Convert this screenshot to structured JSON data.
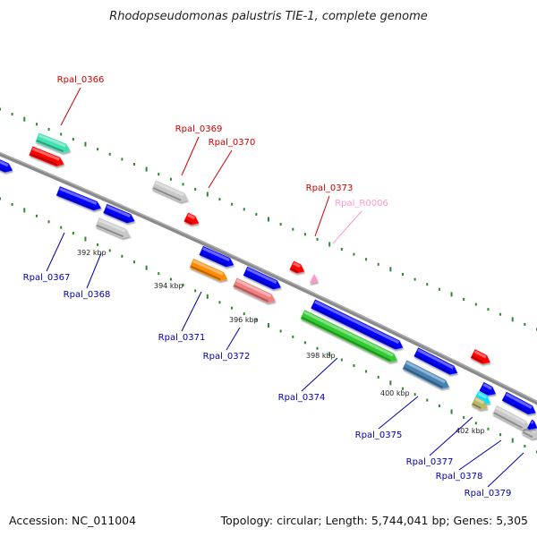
{
  "title": "Rhodopseudomonas palustris TIE-1, complete genome",
  "footer": {
    "accession": "Accession: NC_011004",
    "summary": "Topology: circular; Length: 5,744,041 bp; Genes: 5,305"
  },
  "colors": {
    "backbone": "#8a8a8a",
    "ticks": "#2a8a2a",
    "label_top": "#cc0000",
    "label_bottom": "#0000aa",
    "label_rna": "#ff99cc"
  },
  "kbp_labels": [
    "392 kbp",
    "394 kbp",
    "396 kbp",
    "398 kbp",
    "400 kbp",
    "402 kbp"
  ],
  "genes": [
    {
      "label": "Rpal_0366",
      "side": "top",
      "color": "#40e0b0"
    },
    {
      "label": "Rpal_0369",
      "side": "top",
      "color": "#c8c8c8"
    },
    {
      "label": "Rpal_0370",
      "side": "top",
      "color": "#ff0000"
    },
    {
      "label": "Rpal_0373",
      "side": "top",
      "color": "#ff0000"
    },
    {
      "label": "Rpal_R0006",
      "side": "rna",
      "color": "#ff99cc"
    },
    {
      "label": "Rpal_0367",
      "side": "bottom",
      "color": "#0000ff"
    },
    {
      "label": "Rpal_0368",
      "side": "bottom",
      "color": "#c8c8c8"
    },
    {
      "label": "Rpal_0371",
      "side": "bottom",
      "color": "#ff8c00"
    },
    {
      "label": "Rpal_0372",
      "side": "bottom",
      "color": "#f08080"
    },
    {
      "label": "Rpal_0374",
      "side": "bottom",
      "color": "#33cc33"
    },
    {
      "label": "Rpal_0375",
      "side": "bottom",
      "color": "#4682b4"
    },
    {
      "label": "Rpal_0377",
      "side": "bottom",
      "color": "#bdb76b"
    },
    {
      "label": "Rpal_0378",
      "side": "bottom",
      "color": "#c8c8c8"
    },
    {
      "label": "Rpal_0379",
      "side": "bottom",
      "color": "#0000ff"
    }
  ]
}
